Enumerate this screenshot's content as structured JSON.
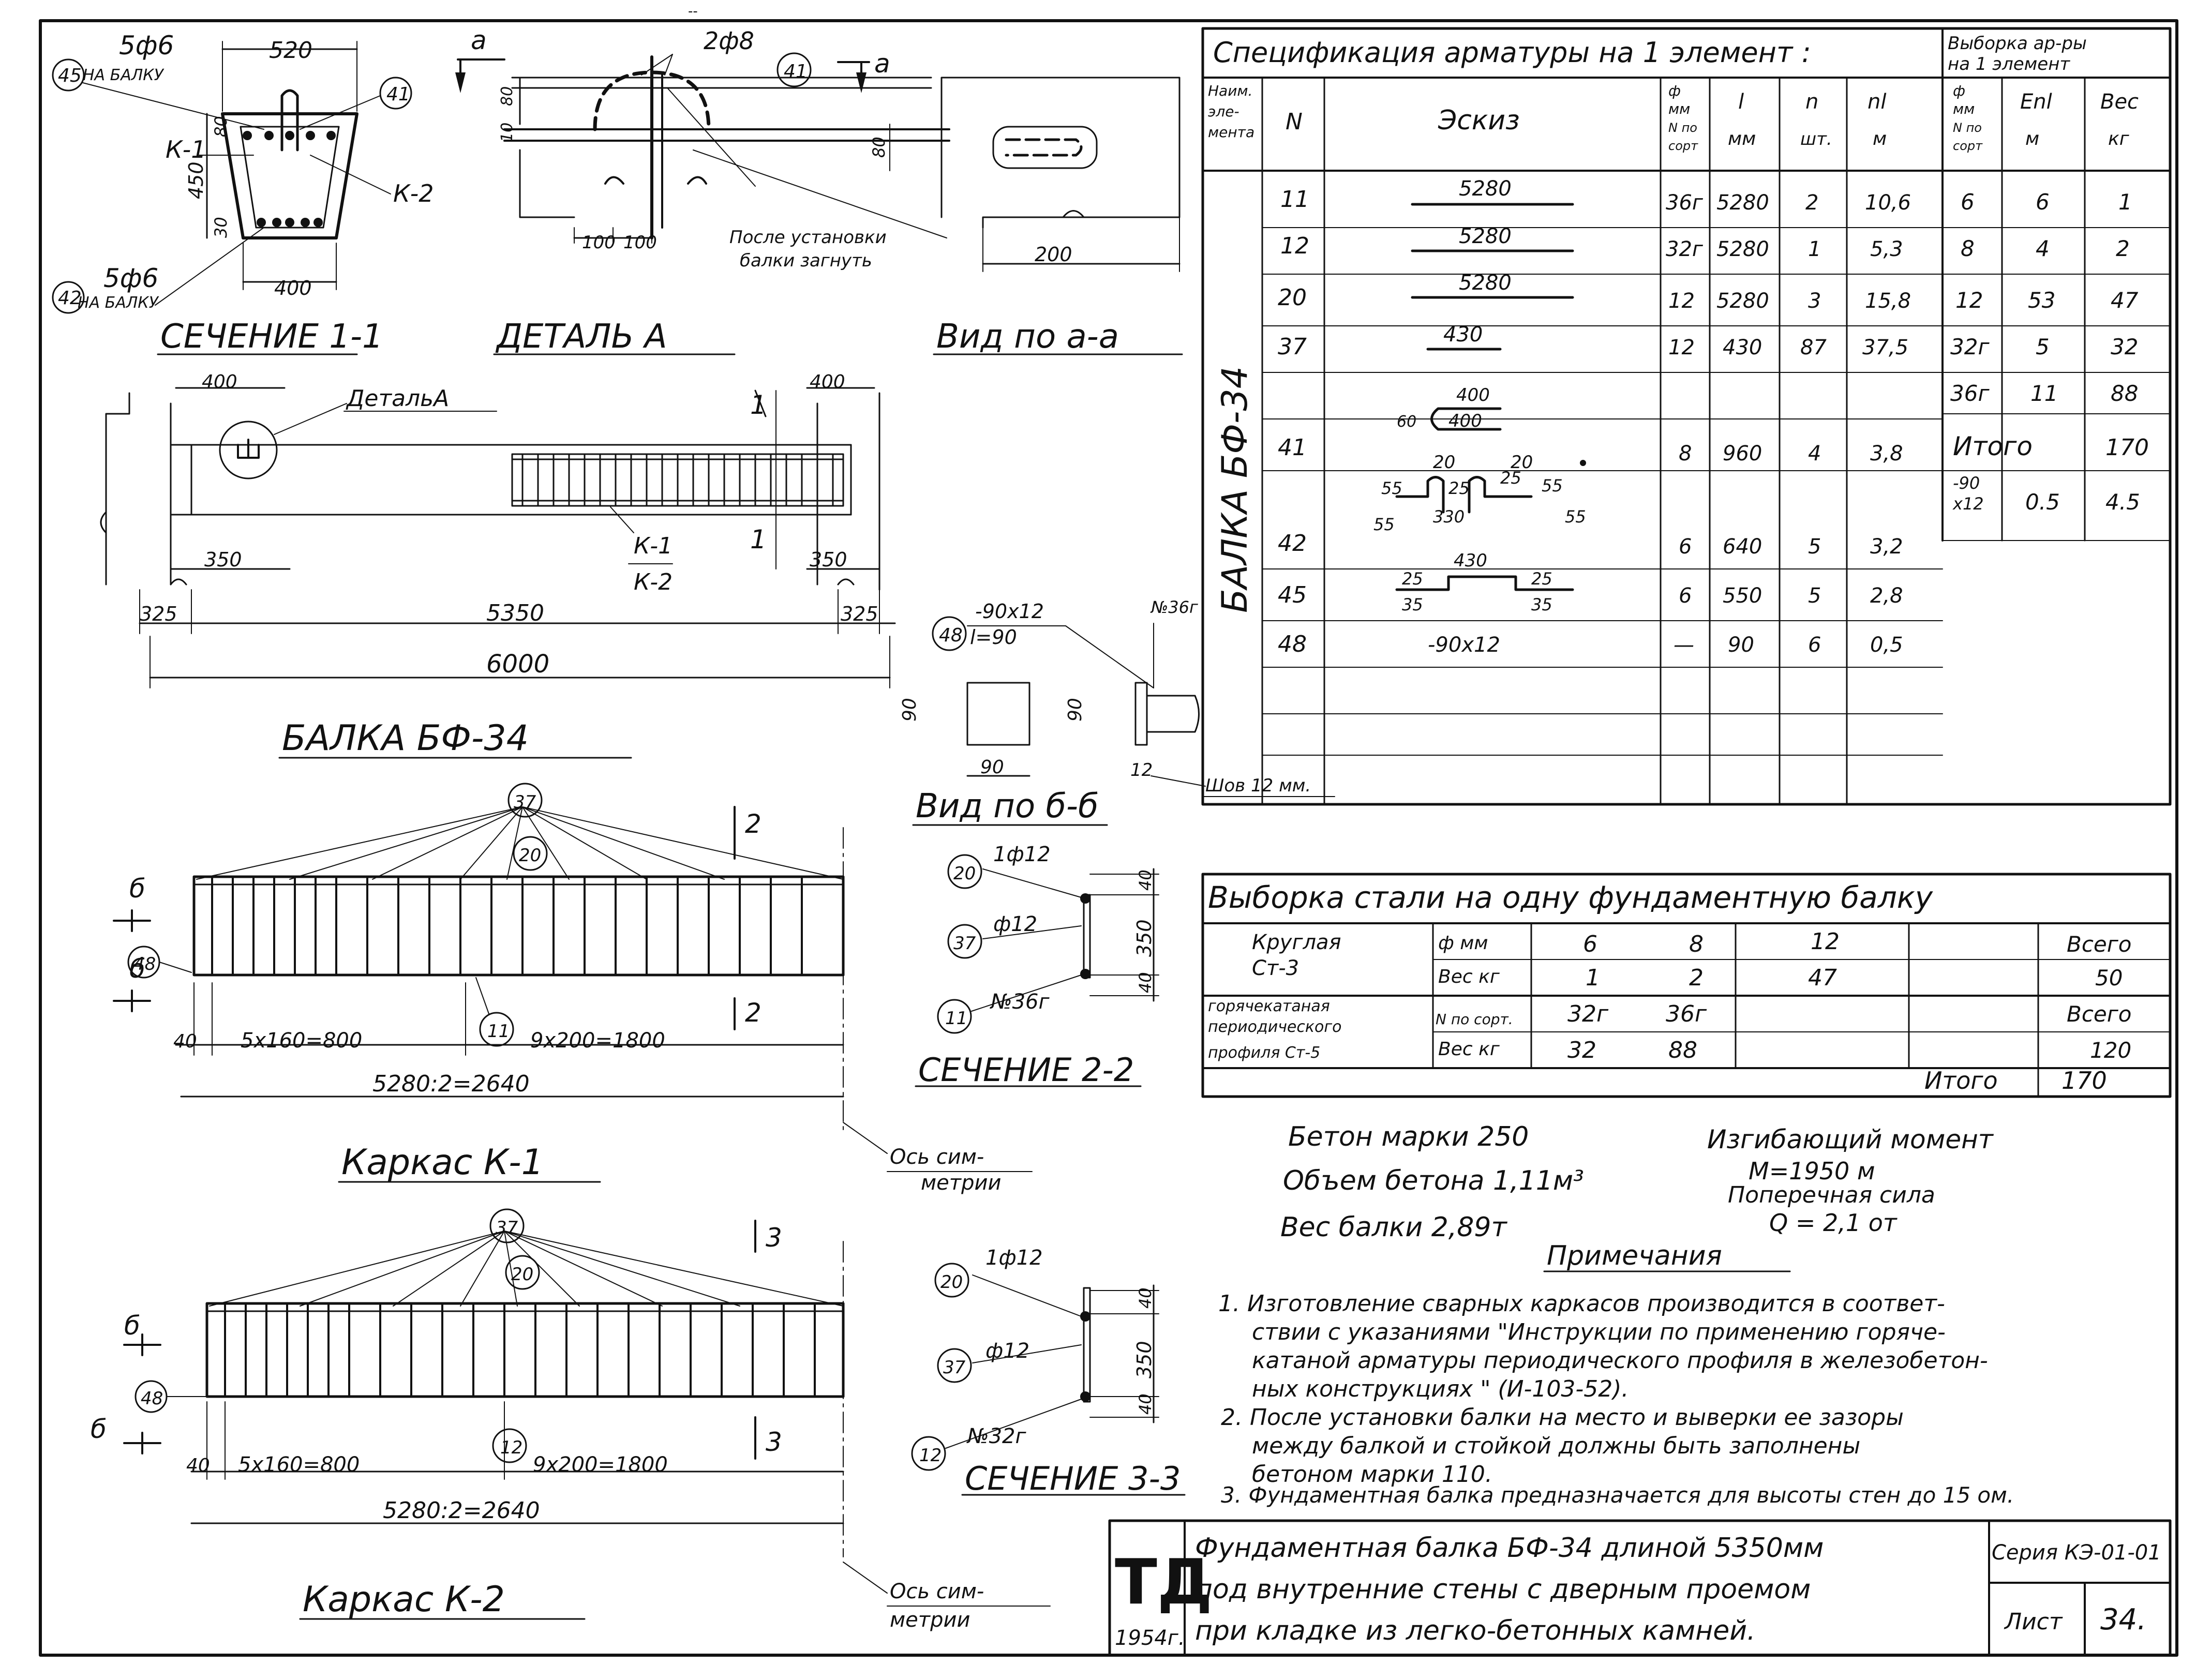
{
  "sec11": {
    "title": "СЕЧЕНИЕ 1-1",
    "top_bars": "5ф6",
    "top_note": "НА БАЛКУ",
    "bot_bars": "5ф6",
    "bot_note": "НА БАЛКУ",
    "w_top": "520",
    "w_bot": "400",
    "h": "450",
    "d80": "80",
    "d30": "30",
    "k1": "К-1",
    "k2": "К-2",
    "m45": "45",
    "m41": "41",
    "m42": "42"
  },
  "detailA": {
    "title": "ДЕТАЛЬ А",
    "bars": "2ф8",
    "m41": "41",
    "d100a": "100",
    "d100b": "100",
    "d10": "10",
    "d80": "80",
    "note1": "После установки",
    "note2": "балки загнуть",
    "sec_a": "а"
  },
  "viewAA": {
    "title": "Вид по а-а",
    "d80": "80",
    "d200": "200"
  },
  "beam": {
    "title": "БАЛКА БФ-34",
    "detail_ref": "ДетальА",
    "d400a": "400",
    "d400b": "400",
    "d350a": "350",
    "d350b": "350",
    "d325a": "325",
    "d5350": "5350",
    "d325b": "325",
    "d6000": "6000",
    "k1": "К-1",
    "k2": "К-2",
    "cut": "1"
  },
  "viewBB": {
    "title": "Вид по б-б",
    "plate": "-90х12",
    "m48": "48",
    "l": "l=90",
    "n36": "№36г",
    "d90a": "90",
    "d90b": "90",
    "d90c": "90",
    "d12": "12",
    "weld": "Шов 12 мм."
  },
  "k1frame": {
    "title": "Каркас К-1",
    "m37": "37",
    "m20": "20",
    "m48": "48",
    "m11": "11",
    "d40": "40",
    "d5x160": "5х160=800",
    "d9x200": "9х200=1800",
    "d5280": "5280:2=2640",
    "axis1": "Ось сим-",
    "axis2": "метрии",
    "cut": "2",
    "b": "б"
  },
  "k2frame": {
    "title": "Каркас К-2",
    "m37": "37",
    "m20": "20",
    "m48": "48",
    "m12": "12",
    "d40": "40",
    "d5x160": "5х160=800",
    "d9x200": "9х200=1800",
    "d5280": "5280:2=2640",
    "axis1": "Ось сим-",
    "axis2": "метрии",
    "cut": "3",
    "b": "б"
  },
  "sec22": {
    "title": "СЕЧЕНИЕ 2-2",
    "m20": "20",
    "m37": "37",
    "m11": "11",
    "l1": "1ф12",
    "l2": "ф12",
    "l3": "№36г",
    "d40a": "40",
    "d350": "350",
    "d40b": "40"
  },
  "sec33": {
    "title": "СЕЧЕНИЕ 3-3",
    "m20": "20",
    "m37": "37",
    "m12": "12",
    "l1": "1ф12",
    "l2": "ф12",
    "l3": "№32г",
    "d40a": "40",
    "d350": "350",
    "d40b": "40"
  },
  "spec": {
    "title": "Спецификация арматуры на 1 элемент :",
    "sel_title1": "Выборка ар-ры",
    "sel_title2": "на 1 элемент",
    "h_name": [
      "Наим.",
      "эле-",
      "мента"
    ],
    "h_n": "N",
    "h_sketch": "Эскиз",
    "h_phi": [
      "ф",
      "мм",
      "N по",
      "сорт"
    ],
    "h_l": [
      "l",
      "мм"
    ],
    "h_n2": [
      "n",
      "шт."
    ],
    "h_nl": [
      "nl",
      "м"
    ],
    "h_phi2": [
      "ф",
      "мм",
      "N по",
      "сорт"
    ],
    "h_enl": [
      "Еnl",
      "м"
    ],
    "h_w": [
      "Вес",
      "кг"
    ],
    "element": "БАЛКА БФ-34",
    "rows": [
      {
        "n": "11",
        "sketch": "5280",
        "phi": "36г",
        "l": "5280",
        "cnt": "2",
        "nl": "10,6"
      },
      {
        "n": "12",
        "sketch": "5280",
        "phi": "32г",
        "l": "5280",
        "cnt": "1",
        "nl": "5,3"
      },
      {
        "n": "20",
        "sketch": "5280",
        "phi": "12",
        "l": "5280",
        "cnt": "3",
        "nl": "15,8"
      },
      {
        "n": "37",
        "sketch": "430",
        "phi": "12",
        "l": "430",
        "cnt": "87",
        "nl": "37,5"
      },
      {
        "n": "41",
        "sketch": "400",
        "phi": "8",
        "l": "960",
        "cnt": "4",
        "nl": "3,8"
      },
      {
        "n": "42",
        "sketch": "330",
        "phi": "6",
        "l": "640",
        "cnt": "5",
        "nl": "3,2"
      },
      {
        "n": "45",
        "sketch": "430",
        "phi": "6",
        "l": "550",
        "cnt": "5",
        "nl": "2,8"
      },
      {
        "n": "48",
        "sketch": "-90х12",
        "phi": "—",
        "l": "90",
        "cnt": "6",
        "nl": "0,5"
      }
    ],
    "sk41": {
      "a": "400",
      "b": "60",
      "c": "400",
      "d": "20",
      "e": "20"
    },
    "sk42": {
      "a": "55",
      "b": "25",
      "c": "25",
      "d": "55",
      "e": "55",
      "f": "330",
      "g": "55"
    },
    "sk45": {
      "a": "430",
      "b": "25",
      "c": "25",
      "d": "35",
      "e": "35"
    },
    "sel_rows": [
      {
        "phi": "6",
        "l": "6",
        "w": "1"
      },
      {
        "phi": "8",
        "l": "4",
        "w": "2"
      },
      {
        "phi": "12",
        "l": "53",
        "w": "47"
      },
      {
        "phi": "32г",
        "l": "5",
        "w": "32"
      },
      {
        "phi": "36г",
        "l": "11",
        "w": "88"
      }
    ],
    "sel_total_label": "Итого",
    "sel_total": "170",
    "sel_plate_a": "-90",
    "sel_plate_b": "х12",
    "sel_plate_l": "0.5",
    "sel_plate_w": "4.5"
  },
  "steel": {
    "title": "Выборка стали на одну фундаментную балку",
    "r1a": "Круглая",
    "r1b": "Ст-3",
    "h_phi": "ф мм",
    "h_w": "Вес кг",
    "d6": "6",
    "d8": "8",
    "d12": "12",
    "w6": "1",
    "w8": "2",
    "w12": "47",
    "all1": "Всего",
    "all1v": "50",
    "r2a": "горячекатаная",
    "r2b": "периодического",
    "r2c": "профиля Ст-5",
    "h_n": "N по сорт.",
    "h_w2": "Вес кг",
    "n32": "32г",
    "n36": "36г",
    "w32": "32",
    "w36": "88",
    "all2": "Всего",
    "all2v": "120",
    "total_label": "Итого",
    "total": "170"
  },
  "props": {
    "concrete": "Бетон марки 250",
    "volume": "Объем бетона 1,11м³",
    "weight": "Вес балки 2,89т",
    "moment1": "Изгибающий момент",
    "moment2": "М=1950 м",
    "shear1": "Поперечная сила",
    "shear2": "Q = 2,1 от"
  },
  "notes": {
    "title": "Примечания",
    "lines": [
      "1. Изготовление сварных каркасов производится в соответ-",
      "ствии с указаниями \"Инструкции по применению горяче-",
      "катаной арматуры периодического профиля в железобетон-",
      "ных конструкциях \" (И-103-52).",
      "2. После установки балки на место и выверки ее зазоры",
      "между балкой и стойкой должны быть заполнены",
      "бетоном марки 110.",
      "3. Фундаментная балка предназначается для высоты стен до 15 ом."
    ]
  },
  "stamp": {
    "logo": "ТД",
    "year": "1954г.",
    "desc1": "Фундаментная балка БФ-34 длиной 5350мм",
    "desc2": "под внутренние стены с дверным проемом",
    "desc3": "при кладке из легко-бетонных камней.",
    "series": "Серия КЭ-01-01",
    "sheet_label": "Лист",
    "sheet": "34."
  },
  "top_mark": "--"
}
